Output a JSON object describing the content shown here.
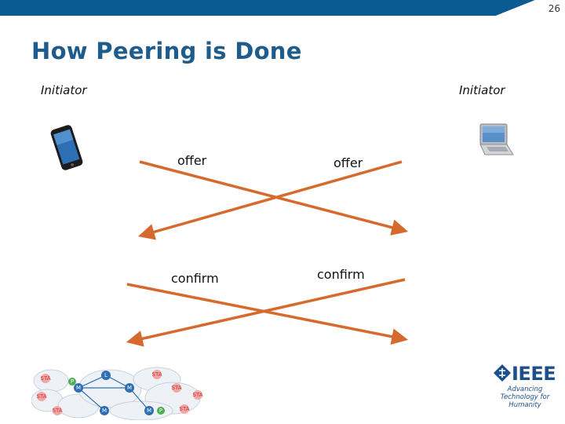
{
  "slide": {
    "number": "26",
    "title": "How Peering is Done"
  },
  "roles": {
    "left": "Initiator",
    "right": "Initiator"
  },
  "messages": {
    "offer_left": "offer",
    "offer_right": "offer",
    "confirm_left": "confirm",
    "confirm_right": "confirm"
  },
  "colors": {
    "header_bar": "#0a5b92",
    "title": "#1f5c8c",
    "arrow": "#d66a2e",
    "ieee_blue": "#1d4f8a"
  },
  "icons": {
    "left_device": "smartphone-icon",
    "right_device": "laptop-icon",
    "logo": "ieee-logo",
    "diagram": "mesh-network-icon"
  },
  "logo": {
    "word": "IEEE",
    "tagline": "Advancing Technology for Humanity"
  },
  "mesh_labels": {
    "sta": "STA",
    "mesh": "M",
    "portal": "P",
    "leader": "L"
  }
}
